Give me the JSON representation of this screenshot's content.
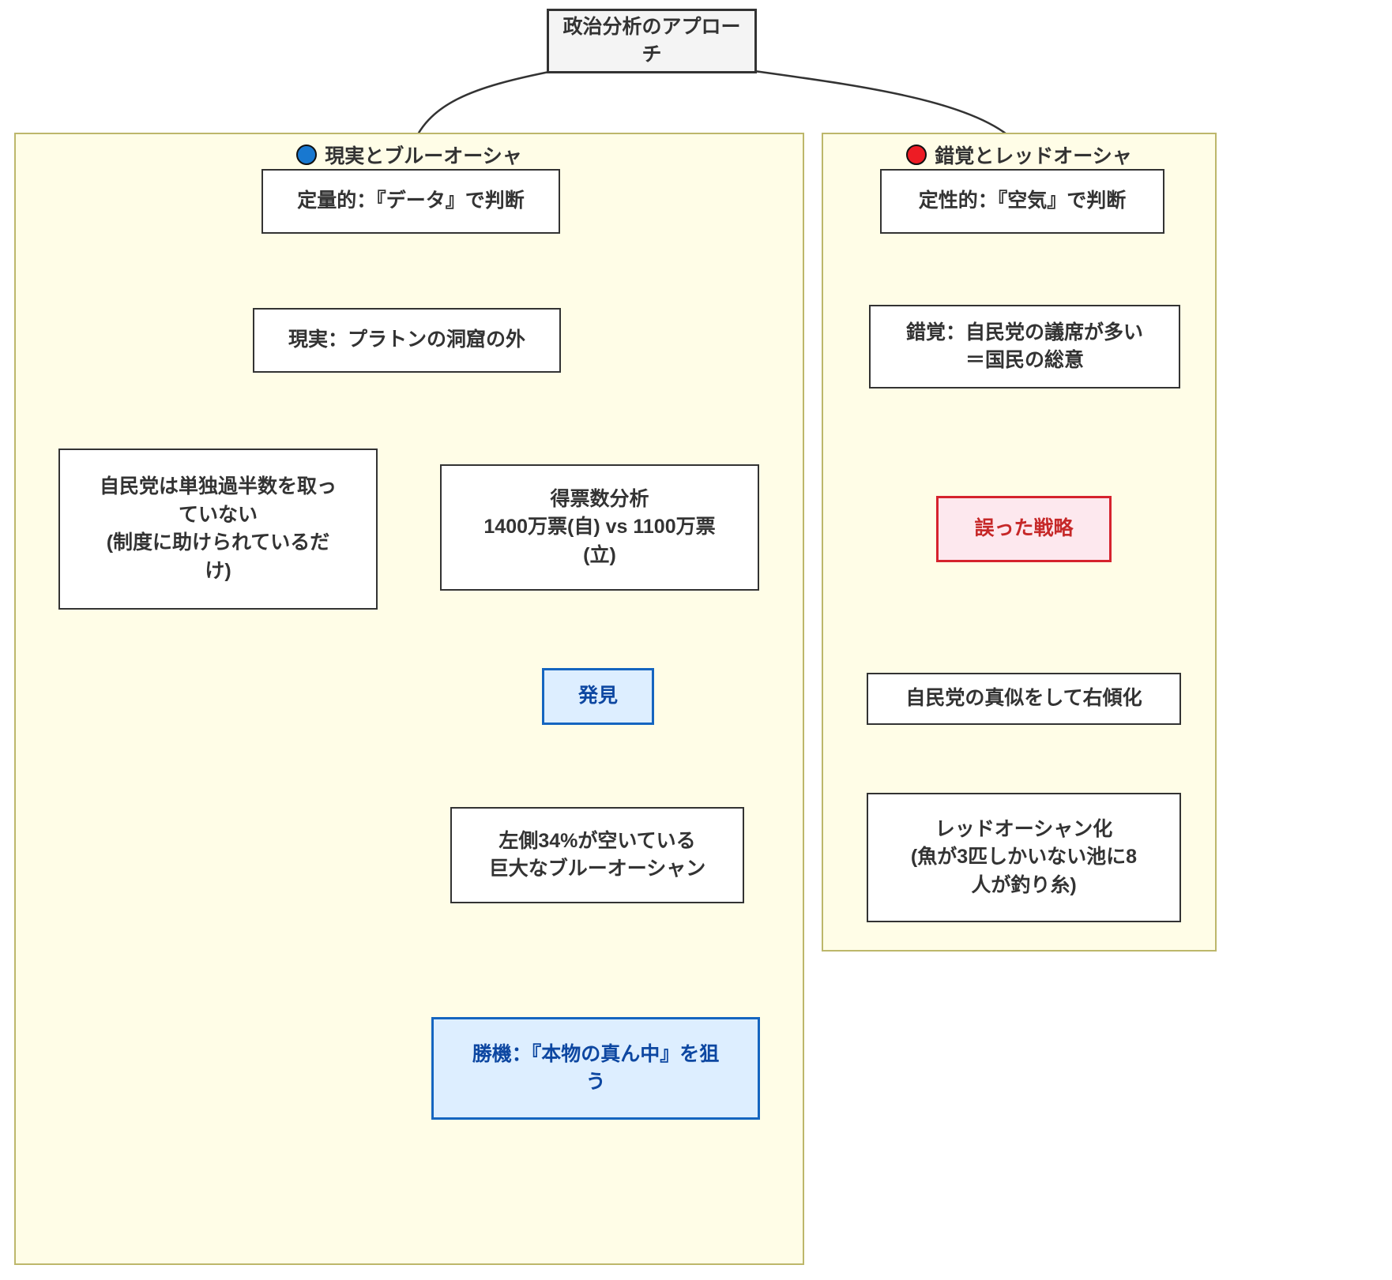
{
  "diagram": {
    "title_node": {
      "label": "政治分析のアプローチ"
    },
    "subgraphs": [
      {
        "id": "left",
        "title": "現実とブルーオーシャ",
        "marker": "blue-circle-icon",
        "marker_color": "#1878d0"
      },
      {
        "id": "right",
        "title": "錯覚とレッドオーシャ",
        "marker": "red-circle-icon",
        "marker_color": "#ed1c24"
      }
    ],
    "nodes": {
      "quantitative": {
        "label": "定量的：『データ』で判断"
      },
      "reality": {
        "label": "現実：プラトンの洞窟の外"
      },
      "no_majority": {
        "label": "自民党は単独過半数を取っ\nていない\n(制度に助けられているだ\nけ)"
      },
      "vote_analysis": {
        "label": "得票数分析\n1400万票(自) vs 1100万票\n(立)"
      },
      "discovery": {
        "label": "発見"
      },
      "blue_ocean": {
        "label": "左側34%が空いている\n巨大なブルーオーシャン"
      },
      "win_chance": {
        "label": "勝機：『本物の真ん中』を狙\nう"
      },
      "qualitative": {
        "label": "定性的：『空気』で判断"
      },
      "illusion": {
        "label": "錯覚：自民党の議席が多い\n＝国民の総意"
      },
      "wrong_strategy": {
        "label": "誤った戦略"
      },
      "rightward": {
        "label": "自民党の真似をして右傾化"
      },
      "red_ocean": {
        "label": "レッドオーシャン化\n(魚が3匹しかいない池に8\n人が釣り糸)"
      }
    },
    "colors": {
      "subgraph_fill": "#fffde7",
      "subgraph_border": "#bdb76b",
      "node_fill": "#ffffff",
      "node_border": "#333333",
      "root_fill": "#f4f4f4",
      "highlight_blue_fill": "#ddeeff",
      "highlight_blue_border": "#1565c0",
      "highlight_blue_text": "#0d47a1",
      "highlight_red_fill": "#fde8ee",
      "highlight_red_border": "#d6232e",
      "highlight_red_text": "#c62828",
      "edge": "#333333"
    }
  }
}
